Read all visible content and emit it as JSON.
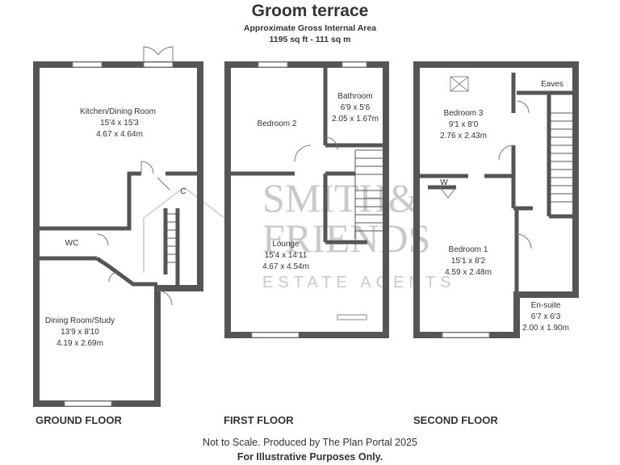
{
  "header": {
    "title": "Groom terrace",
    "subtitle": "Approximate Gross Internal Area",
    "area": "1195 sq ft - 111 sq m"
  },
  "watermark": {
    "line1": "SMITH&",
    "line2": "FRIENDS",
    "line3": "ESTATE AGENTS"
  },
  "floors": {
    "ground": {
      "label": "GROUND FLOOR",
      "kitchen": {
        "name": "Kitchen/Dining Room",
        "imperial": "15'4 x 15'3",
        "metric": "4.67 x 4.64m"
      },
      "wc": {
        "name": "WC"
      },
      "cupboard": {
        "name": "C"
      },
      "dining": {
        "name": "Dining Room/Study",
        "imperial": "13'9 x 8'10",
        "metric": "4.19 x 2.69m"
      }
    },
    "first": {
      "label": "FIRST FLOOR",
      "bedroom2": {
        "name": "Bedroom 2"
      },
      "bathroom": {
        "name": "Bathroom",
        "imperial": "6'9 x 5'6",
        "metric": "2.05 x 1.67m"
      },
      "lounge": {
        "name": "Lounge",
        "imperial": "15'4 x 14'11",
        "metric": "4.67 x 4.54m"
      }
    },
    "second": {
      "label": "SECOND FLOOR",
      "eaves": {
        "name": "Eaves"
      },
      "bedroom3": {
        "name": "Bedroom 3",
        "imperial": "9'1 x 8'0",
        "metric": "2.76 x 2.43m"
      },
      "wardrobe": {
        "name": "W"
      },
      "bedroom1": {
        "name": "Bedroom 1",
        "imperial": "15'1 x 8'2",
        "metric": "4.59 x 2.48m"
      },
      "ensuite": {
        "name": "En-suite",
        "imperial": "6'7 x 6'3",
        "metric": "2.00 x 1.90m"
      }
    }
  },
  "footer": {
    "line1": "Not to Scale. Produced by The Plan Portal 2025",
    "line2": "For Illustrative Purposes Only."
  },
  "colors": {
    "wall": "#555555",
    "text": "#333333",
    "watermark": "#c9c9c9"
  }
}
